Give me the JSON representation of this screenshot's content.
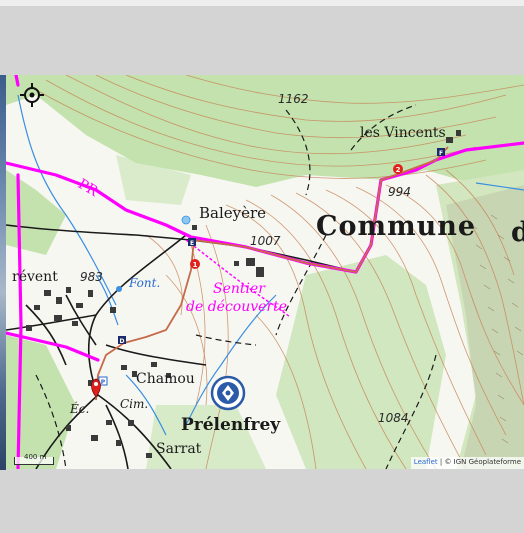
{
  "map": {
    "place_labels": {
      "commune": "Commune",
      "commune_cut": "d",
      "baleyere": "Baleyère",
      "les_vincents": "les Vincents",
      "chamou": "Chamou",
      "prelenfrey": "Prélenfrey",
      "sarrat": "Sarrat",
      "revent": "révent",
      "ec": "Éc.",
      "cim": "Cim.",
      "font": "Font."
    },
    "trail_labels": {
      "sentier": "Sentier",
      "decouverte": "de découverte",
      "pr": "PR"
    },
    "elevations": {
      "e1162": "1162",
      "e1007": "1007",
      "e994": "994",
      "e983": "983",
      "e1084": "1084"
    },
    "waypoints": {
      "one": "1",
      "two": "2",
      "d": "D",
      "e": "E",
      "f": "F",
      "p": "P"
    },
    "scale_label": "400 m",
    "attribution": {
      "link": "Leaflet",
      "sep": " | © IGN Géoplateforme"
    }
  },
  "colors": {
    "route": "#ff00ff",
    "track": "#c76a4a",
    "contour": "#c8865a",
    "forest": "#c3e2ad",
    "road": "#1a1a1a",
    "water": "#3a8fe0",
    "marker_red": "#e0211b",
    "park_blue": "#2a5aa8"
  },
  "icons": {
    "locate": "locate-crosshair-icon",
    "start": "start-pin-icon",
    "park": "national-park-icon"
  }
}
